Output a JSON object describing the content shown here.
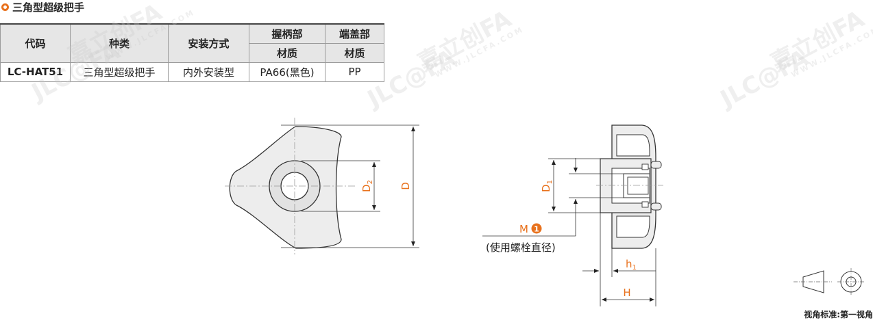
{
  "title": "三角型超级把手",
  "table": {
    "headers": {
      "code": "代码",
      "kind": "种类",
      "mount": "安装方式",
      "grip": "握柄部",
      "cap": "端盖部",
      "grip_material": "材质",
      "cap_material": "材质"
    },
    "row": {
      "code": "LC-HAT51",
      "kind": "三角型超级把手",
      "mount": "内外安装型",
      "grip_material": "PA66(黑色)",
      "cap_material": "PP"
    }
  },
  "dimensions": {
    "D": "D",
    "D2": "D",
    "D2_sub": "2",
    "D1": "D",
    "D1_sub": "1",
    "M": "M",
    "M_badge": "1",
    "M_note": "(使用螺栓直径)",
    "h1": "h",
    "h1_sub": "1",
    "H": "H"
  },
  "view_standard": "视角标准:第一视角",
  "watermark": {
    "brand": "嘉立创FA",
    "logo": "JLC@FA",
    "url": "WWW.JLCFA.COM"
  },
  "colors": {
    "accent": "#e8711c",
    "model_code": "#1c5c8e",
    "header_bg": "#e6e6e6",
    "part_fill": "#ededed"
  }
}
